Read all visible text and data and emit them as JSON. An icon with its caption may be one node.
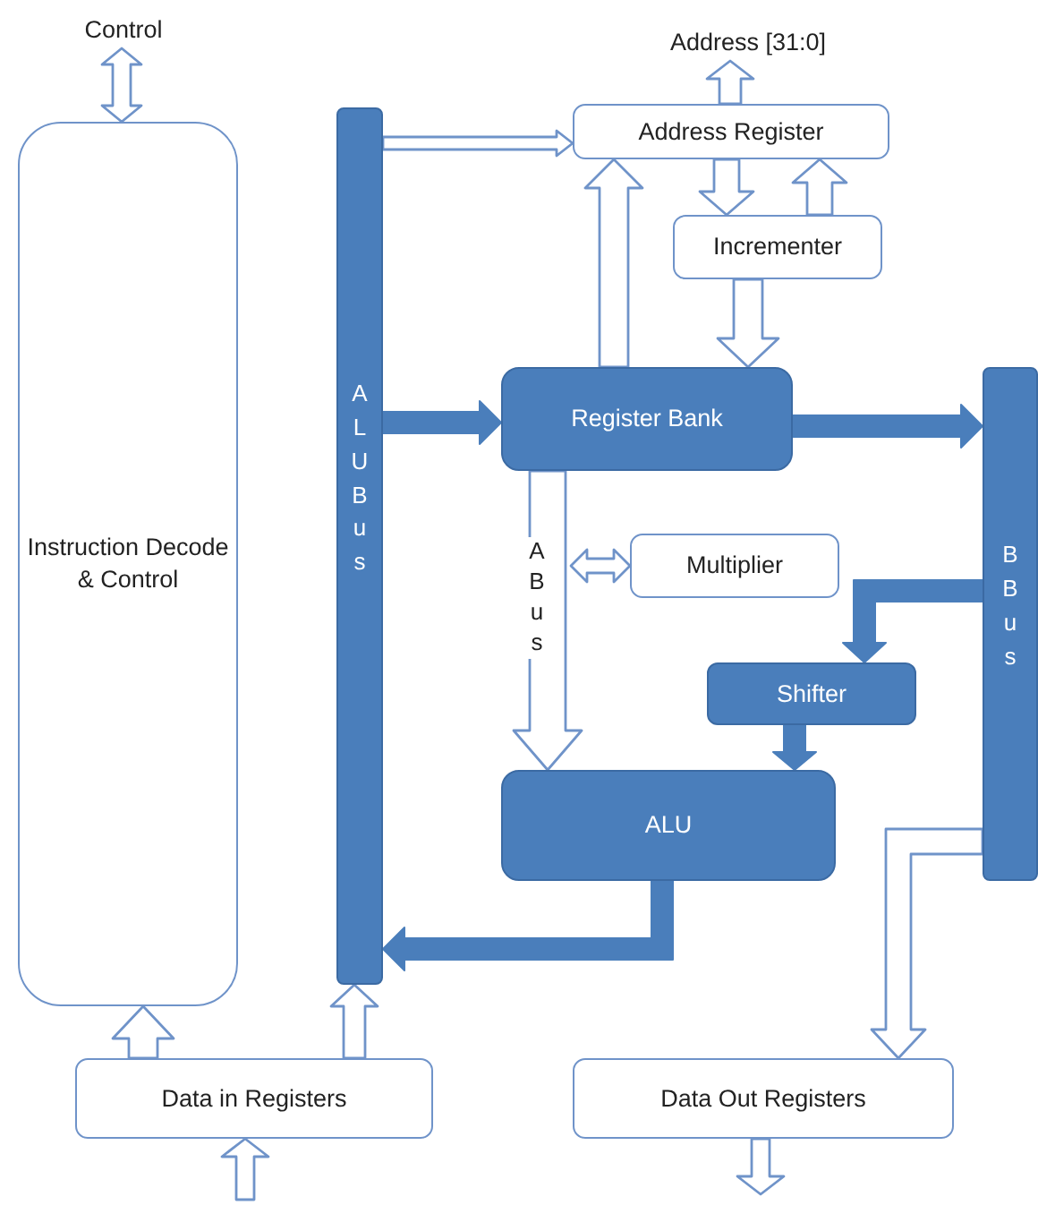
{
  "diagram": {
    "nodes": [
      {
        "text": [
          "Instruction Decode & Control"
        ]
      },
      {
        "text": [
          "ALU Bus"
        ]
      },
      {
        "text": [
          "Address Register"
        ]
      },
      {
        "text": [
          "Incrementer"
        ]
      },
      {
        "text": [
          "Register Bank"
        ]
      },
      {
        "text": [
          "Multiplier"
        ]
      },
      {
        "text": [
          "B Bus"
        ]
      },
      {
        "text": [
          "Shifter"
        ]
      },
      {
        "text": [
          "ALU"
        ]
      },
      {
        "text": [
          "Data in Registers"
        ]
      },
      {
        "text": [
          "Data Out Registers"
        ]
      },
      {
        "text": [
          "Control"
        ]
      },
      {
        "text": [
          "Address [31:0]"
        ]
      }
    ],
    "edges": [
      {
        "from": 0,
        "to": 11,
        "arrow": "both"
      },
      {
        "from": 1,
        "to": 2,
        "arrow": "to"
      },
      {
        "from": 2,
        "to": 12,
        "arrow": "to"
      },
      {
        "from": 2,
        "to": 3,
        "arrow": "to"
      },
      {
        "from": 3,
        "to": 2,
        "arrow": "to"
      },
      {
        "from": 3,
        "to": 4,
        "arrow": "to"
      },
      {
        "from": 4,
        "to": 2,
        "arrow": "to"
      },
      {
        "from": 1,
        "to": 4,
        "arrow": "to",
        "style": "thick"
      },
      {
        "from": 4,
        "to": 6,
        "arrow": "to",
        "style": "thick"
      },
      {
        "from": 4,
        "to": 8,
        "arrow": "to",
        "label": "A Bus"
      },
      {
        "from": 5,
        "to": null,
        "arrow": "both"
      },
      {
        "from": 6,
        "to": 7,
        "arrow": "to",
        "style": "thick"
      },
      {
        "from": 7,
        "to": 8,
        "arrow": "to",
        "style": "thick"
      },
      {
        "from": 8,
        "to": 1,
        "arrow": "to",
        "style": "thick"
      },
      {
        "from": 6,
        "to": 10,
        "arrow": "to"
      },
      {
        "from": 9,
        "to": 0,
        "arrow": "to"
      },
      {
        "from": 9,
        "to": 1,
        "arrow": "to"
      },
      {
        "from": null,
        "to": 9,
        "arrow": "to"
      },
      {
        "from": 10,
        "to": null,
        "arrow": "to"
      }
    ]
  }
}
